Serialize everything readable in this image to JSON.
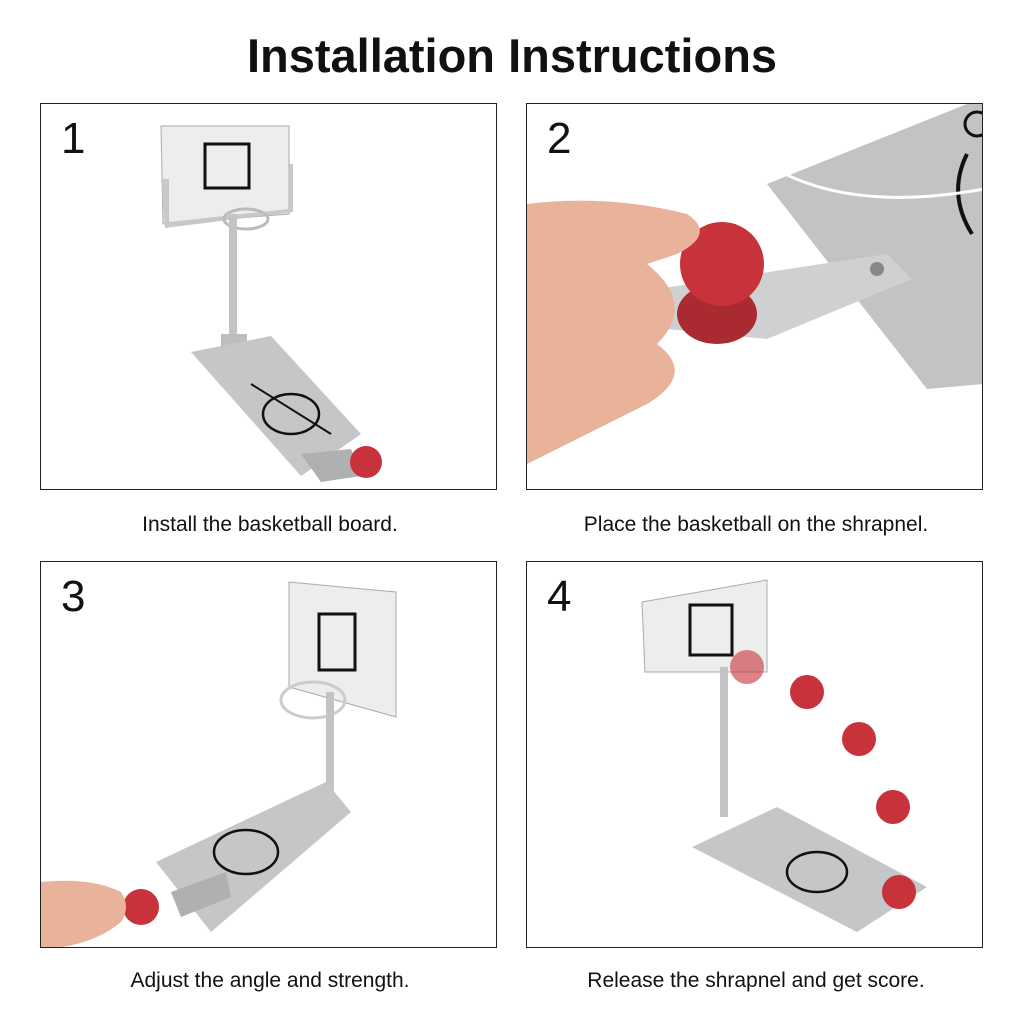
{
  "title": "Installation Instructions",
  "steps": [
    {
      "number": "1",
      "caption": "Install the basketball board."
    },
    {
      "number": "2",
      "caption": "Place the basketball on the shrapnel."
    },
    {
      "number": "3",
      "caption": "Adjust the angle and strength."
    },
    {
      "number": "4",
      "caption": "Release the shrapnel and get score."
    }
  ],
  "colors": {
    "ball": "#c8323a",
    "metal": "#b9bbbc",
    "board": "#eceded"
  }
}
